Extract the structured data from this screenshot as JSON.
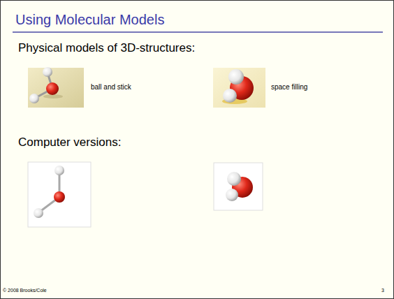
{
  "diagram": {
    "title": "Using Molecular Models",
    "labels": [
      "Physical models of 3D-structures:",
      "ball and stick",
      "space filling",
      "Computer versions:",
      "© 2008 Brooks/Cole",
      "3"
    ]
  }
}
